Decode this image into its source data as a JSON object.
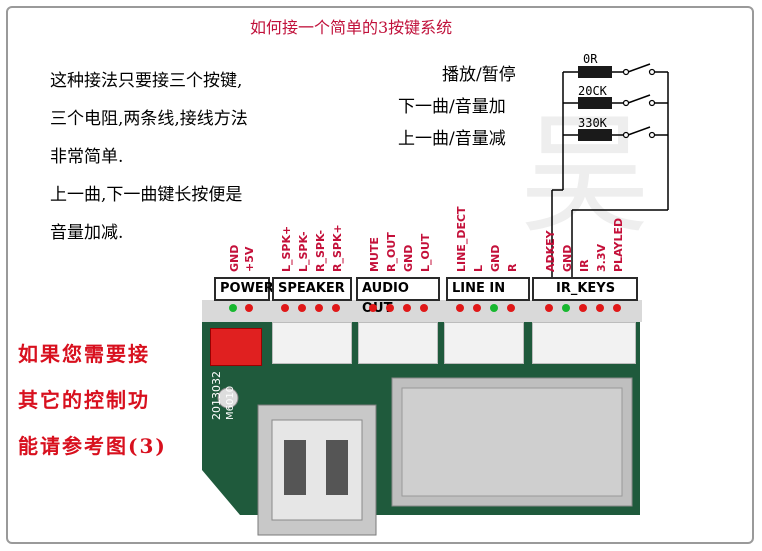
{
  "title": "如何接一个简单的3按键系统",
  "description": [
    "这种接法只要接三个按键,",
    "三个电阻,两条线,接线方法",
    "非常简单.",
    "上一曲,下一曲键长按便是",
    "音量加减."
  ],
  "switches": [
    {
      "label": "播放/暂停",
      "resistor": "0R"
    },
    {
      "label": "下一曲/音量加",
      "resistor": "20CK"
    },
    {
      "label": "上一曲/音量减",
      "resistor": "330K"
    }
  ],
  "side_note": [
    "如果您需要接",
    "其它的控制功",
    "能请参考图(3)"
  ],
  "board_text": [
    "2013032",
    "M6010"
  ],
  "connector_groups": [
    {
      "label": "POWER",
      "pins": [
        "GND",
        "+5V"
      ]
    },
    {
      "label": "SPEAKER",
      "pins": [
        "L_SPK+",
        "L_SPK-",
        "R_SPK-",
        "R_SPK+"
      ]
    },
    {
      "label": "AUDIO OUT",
      "pins": [
        "MUTE",
        "R_OUT",
        "GND",
        "L_OUT"
      ]
    },
    {
      "label": "LINE IN",
      "pins": [
        "LINE_DECT",
        "L",
        "GND",
        "R"
      ]
    },
    {
      "label": "IR_KEYS",
      "pins": [
        "ADKEY",
        "GND",
        "IR",
        "3.3V",
        "PLAYLED"
      ]
    }
  ],
  "colors": {
    "title": "#c0103a",
    "pin_label": "#c4103a",
    "side_note": "#d8101e",
    "pcb": "#1f5a3c",
    "led_red": "#e01818",
    "led_green": "#18b830"
  }
}
